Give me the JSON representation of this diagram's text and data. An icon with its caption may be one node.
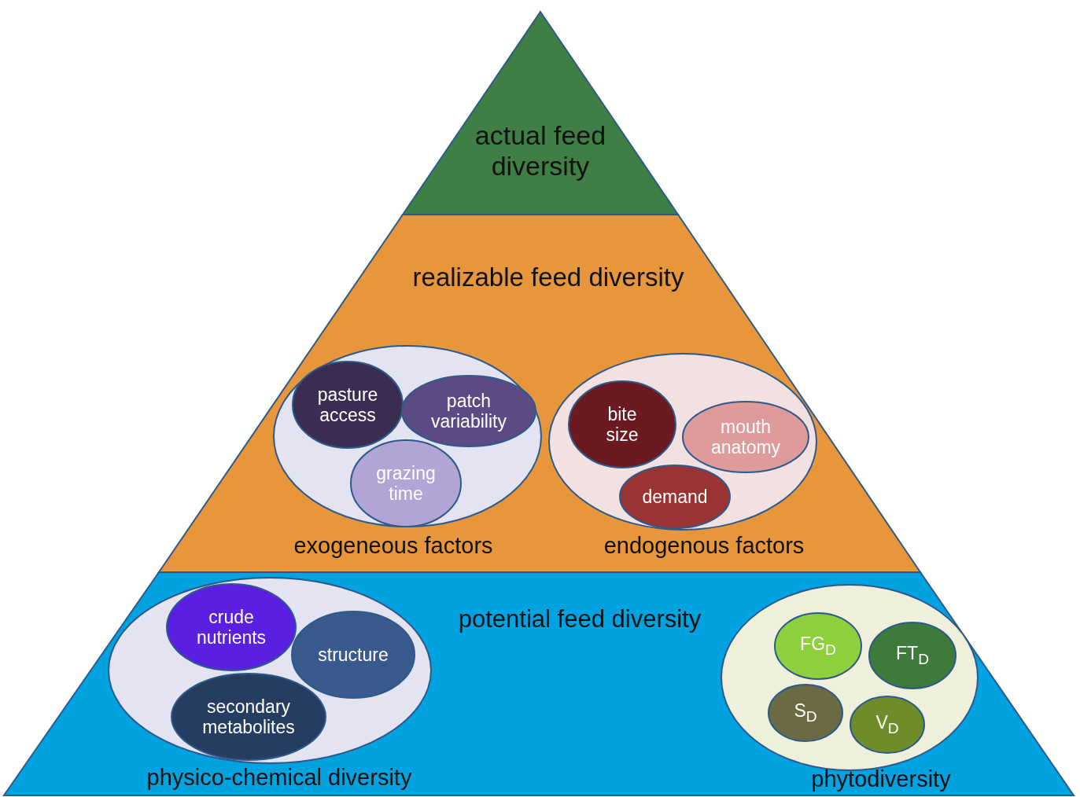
{
  "diagram": {
    "nodes": [
      {
        "text": [
          "actual feed diversity"
        ]
      },
      {
        "text": [
          "realizable feed diversity"
        ]
      },
      {
        "text": [
          "exogeneous factors"
        ],
        "in": 1
      },
      {
        "text": [
          "pasture access"
        ],
        "in": 2
      },
      {
        "text": [
          "patch variability"
        ],
        "in": 2
      },
      {
        "text": [
          "grazing time"
        ],
        "in": 2
      },
      {
        "text": [
          "endogenous factors"
        ],
        "in": 1
      },
      {
        "text": [
          "bite size"
        ],
        "in": 6
      },
      {
        "text": [
          "mouth anatomy"
        ],
        "in": 6
      },
      {
        "text": [
          "demand"
        ],
        "in": 6
      },
      {
        "text": [
          "potential feed diversity"
        ]
      },
      {
        "text": [
          "physico-chemical diversity"
        ],
        "in": 10
      },
      {
        "text": [
          "crude nutrients"
        ],
        "in": 11
      },
      {
        "text": [
          "structure"
        ],
        "in": 11
      },
      {
        "text": [
          "secondary metabolites"
        ],
        "in": 11
      },
      {
        "text": [
          "phytodiversity"
        ],
        "in": 10
      },
      {
        "text": [
          "FG$_{D}$"
        ],
        "in": 15
      },
      {
        "text": [
          "FT$_{D}$"
        ],
        "in": 15
      },
      {
        "text": [
          "S$_{D}$"
        ],
        "in": 15
      },
      {
        "text": [
          "V$_{D}$"
        ],
        "in": 15
      }
    ]
  }
}
